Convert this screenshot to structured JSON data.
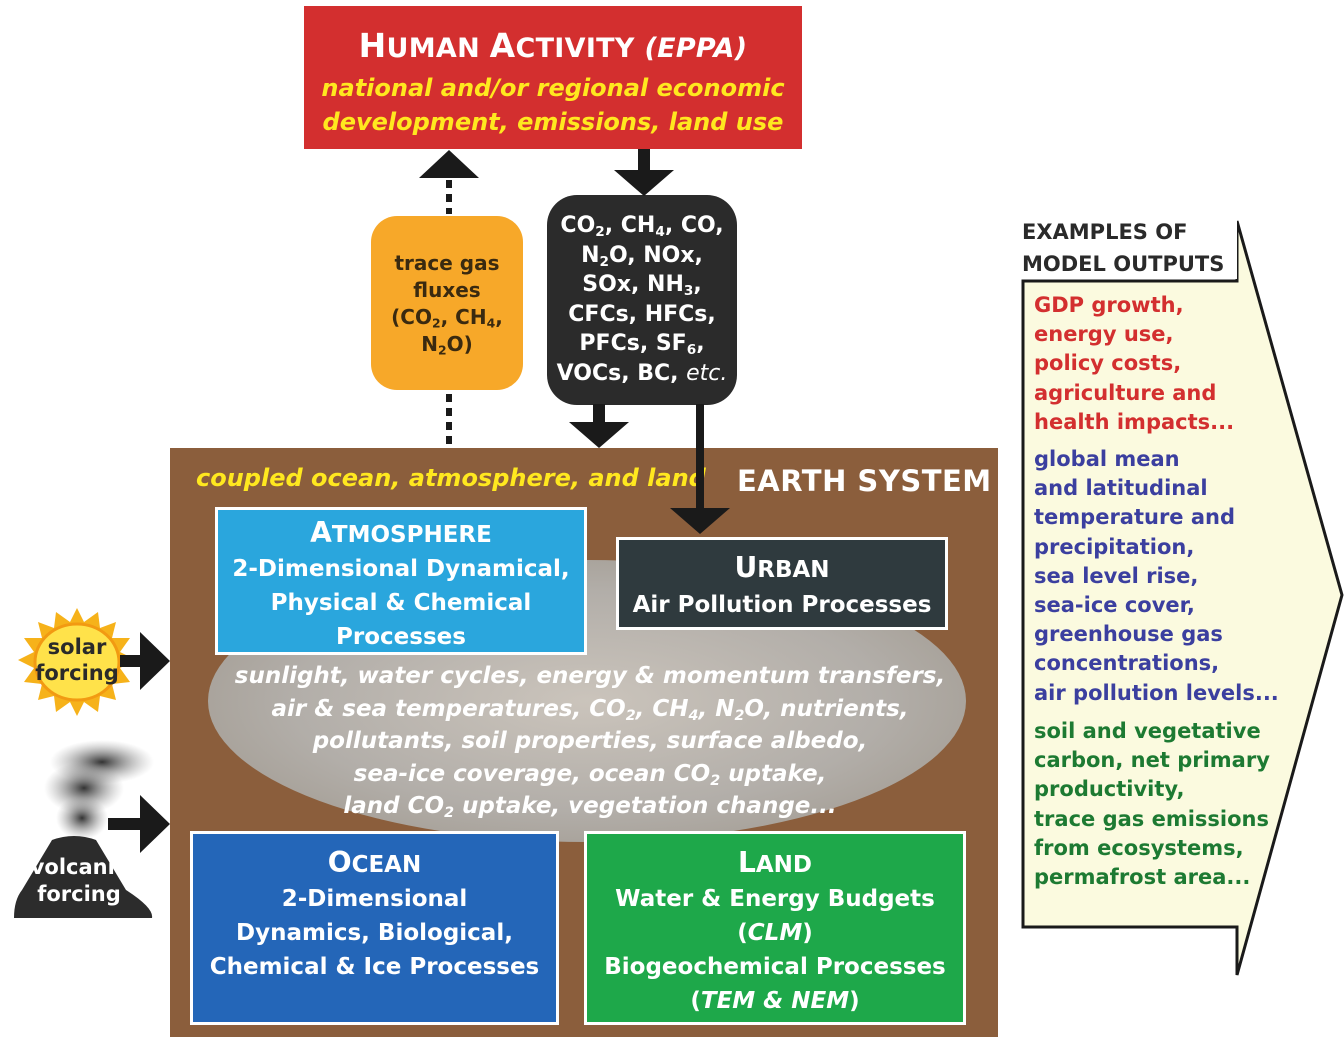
{
  "human_activity": {
    "title_initial_1": "H",
    "title_rest_1": "UMAN ",
    "title_initial_2": "A",
    "title_rest_2": "CTIVITY ",
    "title_model": "(EPPA)",
    "line1": "national and/or regional economic",
    "line2": "development, emissions, land use"
  },
  "trace_gas": {
    "line1": "trace gas",
    "line2": "fluxes",
    "line3a": "(CO",
    "line3b": "2",
    "line3c": ", CH",
    "line3d": "4",
    "line3e": ",",
    "line4a": "N",
    "line4b": "2",
    "line4c": "O)"
  },
  "emissions": {
    "r1a": "CO",
    "r1b": "2",
    "r1c": ", CH",
    "r1d": "4",
    "r1e": ", CO,",
    "r2a": "N",
    "r2b": "2",
    "r2c": "O, NOx,",
    "r3a": "SOx, NH",
    "r3b": "3",
    "r3c": ",",
    "r4": "CFCs, HFCs,",
    "r5a": "PFCs, SF",
    "r5b": "6",
    "r5c": ",",
    "r6a": "VOCs, BC, ",
    "r6b": "etc."
  },
  "earth_system": {
    "coupled_label": "coupled ocean, atmosphere, and land",
    "title": "EARTH SYSTEM",
    "atmosphere": {
      "title_initial": "A",
      "title_rest": "TMOSPHERE",
      "line1": "2-Dimensional Dynamical,",
      "line2": "Physical & Chemical",
      "line3": "Processes"
    },
    "urban": {
      "title_initial": "U",
      "title_rest": "RBAN",
      "line1": "Air Pollution Processes"
    },
    "center": {
      "l1": "sunlight, water cycles, energy & momentum transfers,",
      "l2a": "air & sea temperatures, CO",
      "l2b": "2",
      "l2c": ", CH",
      "l2d": "4",
      "l2e": ", N",
      "l2f": "2",
      "l2g": "O, nutrients,",
      "l3": "pollutants, soil properties, surface albedo,",
      "l4a": "sea-ice coverage, ocean CO",
      "l4b": "2",
      "l4c": " uptake,",
      "l5a": "land CO",
      "l5b": "2",
      "l5c": " uptake, vegetation change..."
    },
    "ocean": {
      "title_initial": "O",
      "title_rest": "CEAN",
      "line1": "2-Dimensional",
      "line2": "Dynamics, Biological,",
      "line3": "Chemical & Ice Processes"
    },
    "land": {
      "title_initial": "L",
      "title_rest": "AND",
      "line1": "Water & Energy Budgets",
      "line2a": "(",
      "line2b": "CLM",
      "line2c": ")",
      "line3": "Biogeochemical Processes",
      "line4a": "(",
      "line4b": "TEM & NEM",
      "line4c": ")"
    }
  },
  "forcing": {
    "solar_line1": "solar",
    "solar_line2": "forcing",
    "volcanic_line1": "volcanic",
    "volcanic_line2": "forcing"
  },
  "outputs": {
    "heading_line1": "EXAMPLES OF",
    "heading_line2": "MODEL OUTPUTS",
    "economic": [
      "GDP growth,",
      "energy use,",
      "policy costs,",
      "agriculture and",
      "health impacts..."
    ],
    "climate": [
      "global mean",
      "and latitudinal",
      "temperature and",
      "precipitation,",
      "sea level rise,",
      "sea-ice cover,",
      "greenhouse gas",
      "concentrations,",
      "air pollution levels..."
    ],
    "ecosystem": [
      "soil  and vegetative",
      "carbon, net primary",
      "productivity,",
      "trace gas emissions",
      "from ecosystems,",
      "permafrost area..."
    ]
  },
  "colors": {
    "human": "#d32f2f",
    "trace": "#f7a829",
    "emissions": "#2b2b2b",
    "earth": "#8b5e3c",
    "atmosphere": "#2aa6dd",
    "urban": "#2f3a3e",
    "ocean": "#2466b8",
    "land": "#1ea84a",
    "outputs_bg": "#fbfadf",
    "economic_text": "#d32f2f",
    "climate_text": "#3b3f9f",
    "ecosystem_text": "#1d7a32"
  }
}
